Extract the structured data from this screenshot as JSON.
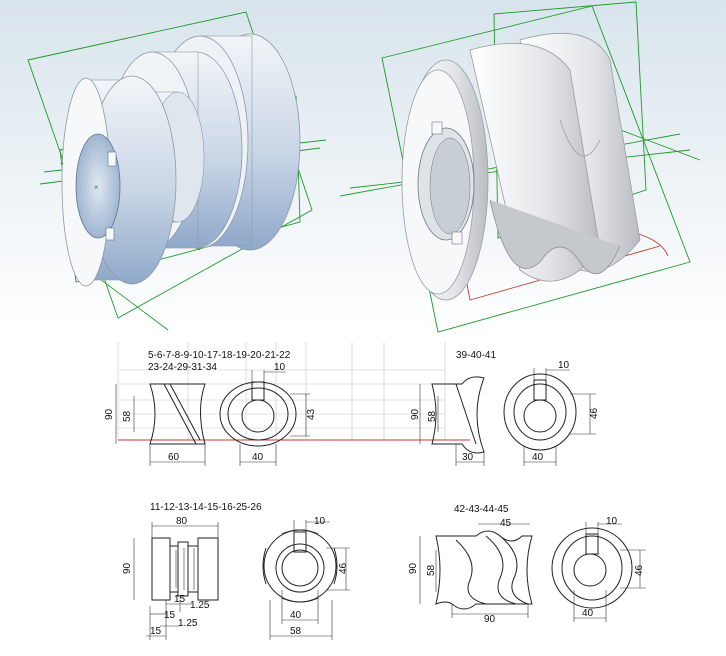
{
  "groups": {
    "g1_line1": "5-6-7-8-9-10-17-18-19-20-21-22",
    "g1_line2": "23-24-29-31-34",
    "g2": "39-40-41",
    "g3": "11-12-13-14-15-16-25-26",
    "g4": "42-43-44-45"
  },
  "dims": {
    "g1_height": "90",
    "g1_inner": "58",
    "g1_width": "60",
    "g1_key": "10",
    "g1_bore": "43",
    "g1_end_width": "40",
    "g2_height": "90",
    "g2_inner": "58",
    "g2_width": "30",
    "g2_key": "10",
    "g2_bore": "46",
    "g2_end_width": "40",
    "g3_width": "80",
    "g3_height": "90",
    "g3_a": "15",
    "g3_b": "15",
    "g3_c": "15",
    "g3_d": "1.25",
    "g3_e": "1.25",
    "g3_key": "10",
    "g3_bore": "46",
    "g3_end_inner": "40",
    "g3_end_outer": "58",
    "g4_top": "45",
    "g4_height": "90",
    "g4_inner": "58",
    "g4_width": "90",
    "g4_key": "10",
    "g4_bore": "46",
    "g4_end_width": "40"
  },
  "colors": {
    "sky_top": "#d8e4ec",
    "part_light": "#f4f6f8",
    "part_blue": "#9fb6d2",
    "frame": "#1f9a2a"
  }
}
